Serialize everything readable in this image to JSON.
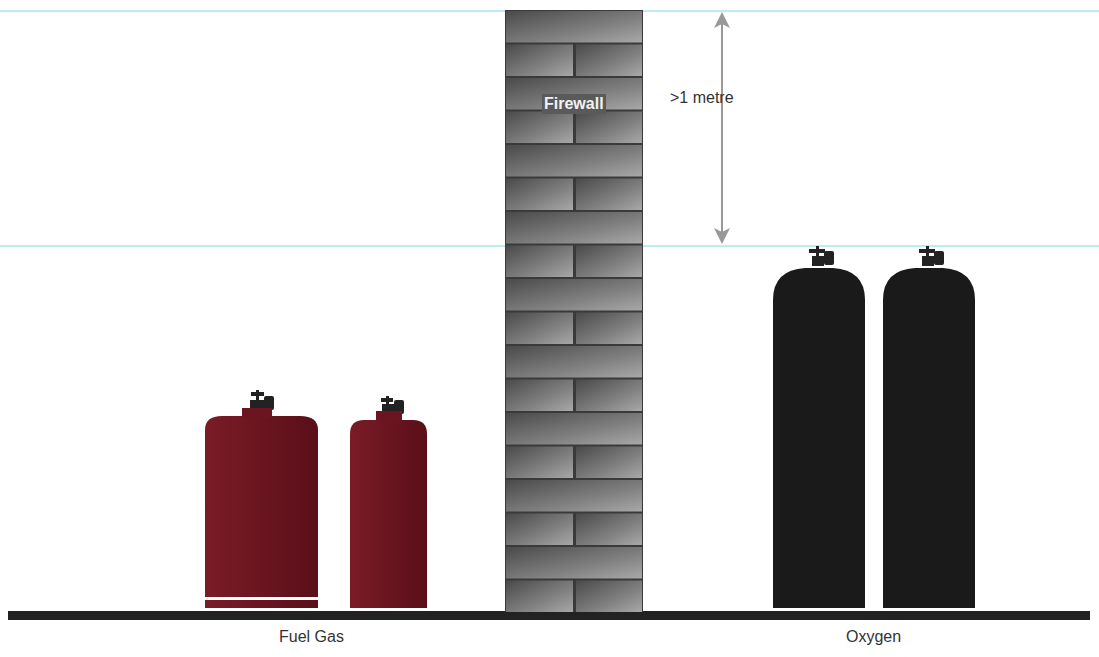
{
  "diagram": {
    "nodes": [
      {
        "text": [
          "Firewall"
        ]
      }
    ],
    "labels": [
      ">1 metre",
      "Fuel Gas",
      "Oxygen"
    ]
  }
}
